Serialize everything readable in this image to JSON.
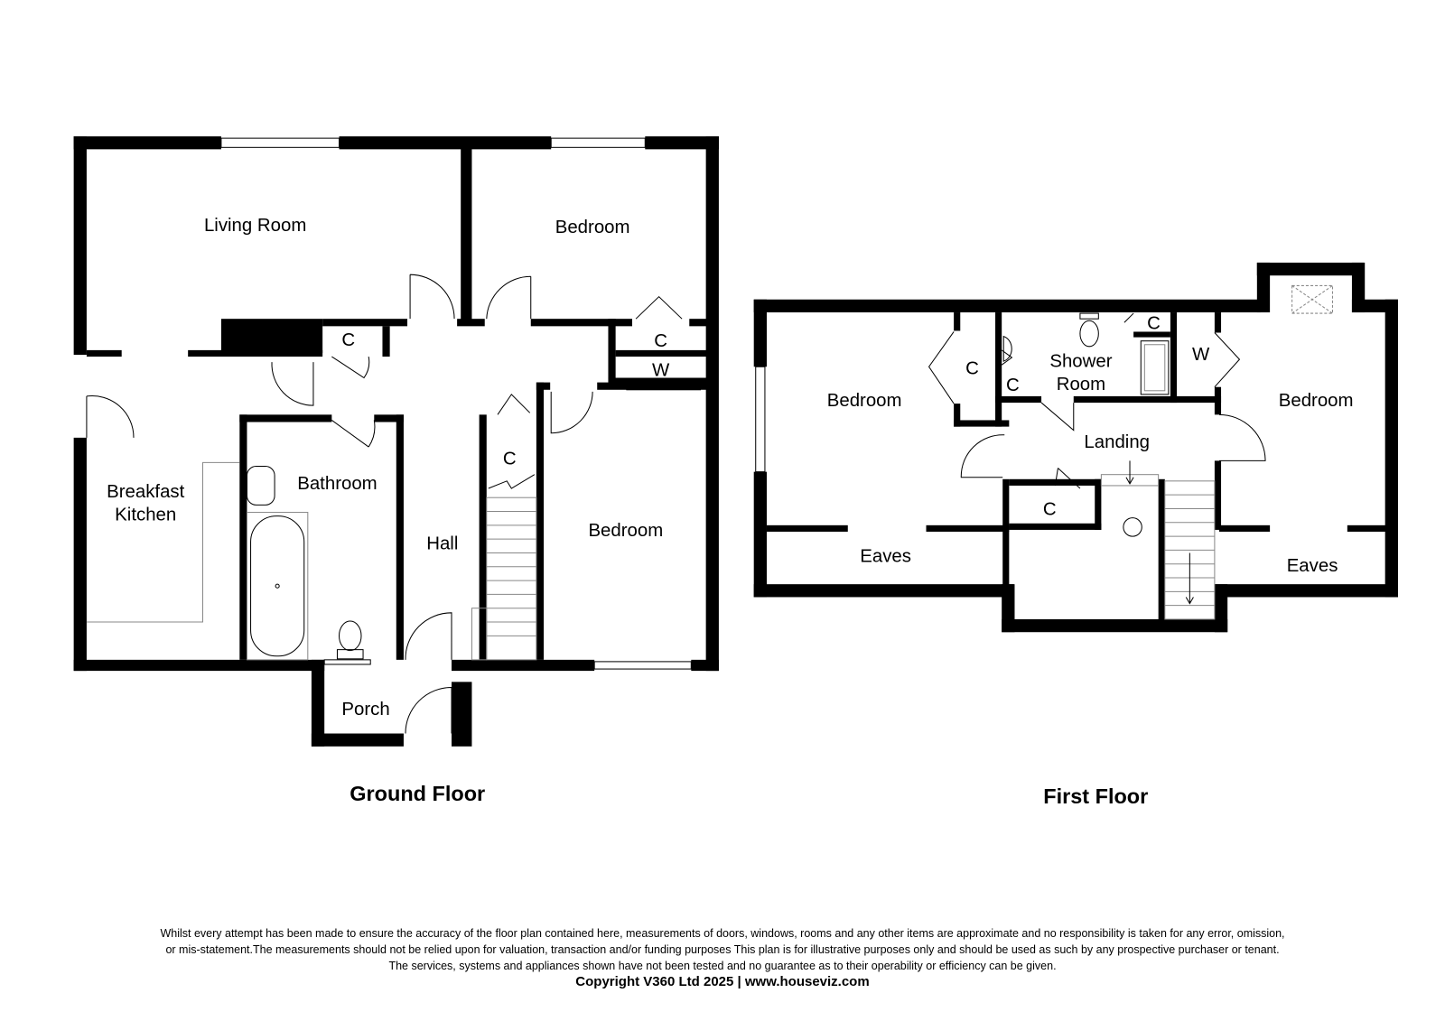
{
  "ground_floor": {
    "title": "Ground Floor",
    "rooms": {
      "living_room": "Living Room",
      "bedroom_1": "Bedroom",
      "bedroom_2": "Bedroom",
      "breakfast_kitchen_line1": "Breakfast",
      "breakfast_kitchen_line2": "Kitchen",
      "bathroom": "Bathroom",
      "hall": "Hall",
      "porch": "Porch",
      "cupboard_1": "C",
      "cupboard_2": "C",
      "cupboard_3": "C",
      "wardrobe": "W"
    }
  },
  "first_floor": {
    "title": "First Floor",
    "rooms": {
      "bedroom_left": "Bedroom",
      "bedroom_right": "Bedroom",
      "shower_room_line1": "Shower",
      "shower_room_line2": "Room",
      "landing": "Landing",
      "eaves_left": "Eaves",
      "eaves_right": "Eaves",
      "cupboard_1": "C",
      "cupboard_2": "C",
      "cupboard_3": "C",
      "cupboard_4": "C",
      "wardrobe": "W"
    }
  },
  "disclaimer": {
    "line1": "Whilst every attempt has been made to ensure the accuracy of the floor plan contained here, measurements of doors, windows, rooms and any other items are approximate and no responsibility is taken for any error, omission,",
    "line2": "or mis-statement.The measurements should not be relied upon for valuation, transaction and/or funding purposes This plan is for illustrative purposes only and should be used as such by any prospective purchaser or tenant.",
    "line3": "The services, systems and appliances shown have not been tested and no guarantee as to their operability or efficiency can be given.",
    "copyright": "Copyright V360 Ltd 2025 | www.houseviz.com"
  }
}
